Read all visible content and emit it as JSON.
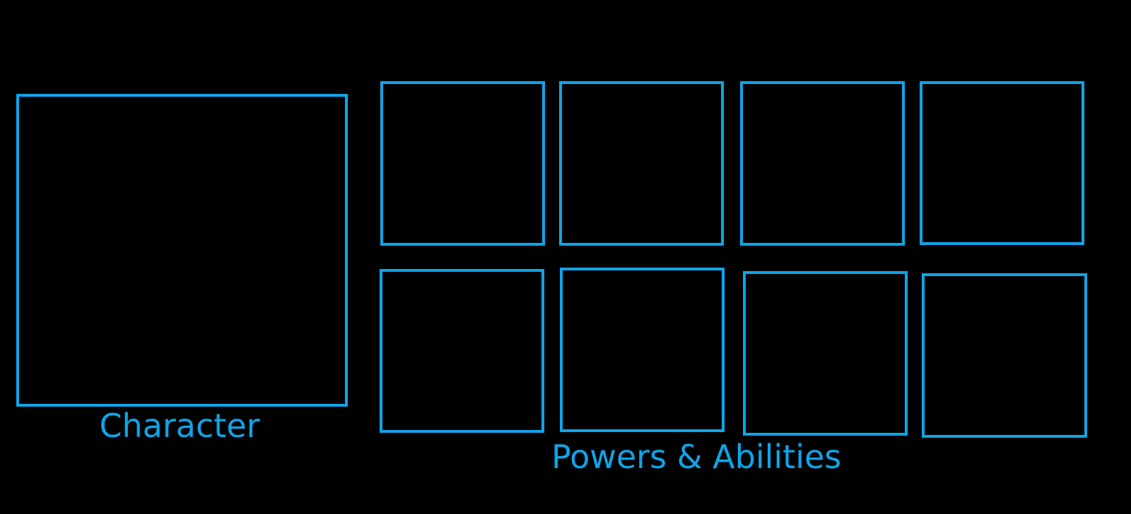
{
  "colors": {
    "background": "#000000",
    "accent": "#0ea5e9"
  },
  "character": {
    "label": "Character"
  },
  "powers": {
    "label": "Powers & Abilities",
    "slot_count": 8
  }
}
